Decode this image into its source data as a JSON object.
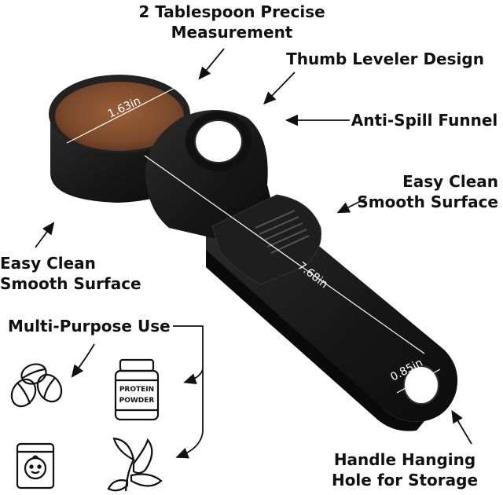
{
  "callouts": {
    "precise": [
      "2 Tablespoon Precise",
      "Measurement"
    ],
    "leveler": "Thumb Leveler Design",
    "funnel": "Anti-Spill Funnel",
    "clean_right": [
      "Easy Clean",
      "Smooth Surface"
    ],
    "clean_left": [
      "Easy Clean",
      "Smooth Surface"
    ],
    "multipurpose": "Multi-Purpose Use",
    "hanging": [
      "Handle Hanging",
      "Hole for Storage"
    ]
  },
  "dimensions": {
    "cup_diameter": "1.63in",
    "length": "7.68in",
    "hole_diameter": "0.85in"
  },
  "jar_label": [
    "PROTEIN",
    "POWDER"
  ],
  "colors": {
    "body": "#1b1b1b",
    "coffee": "#7a4a2c",
    "text": "#111111",
    "background": "#ffffff"
  },
  "icons": [
    "coffee-beans-icon",
    "protein-powder-jar-icon",
    "baby-formula-can-icon",
    "tea-leaves-icon"
  ]
}
